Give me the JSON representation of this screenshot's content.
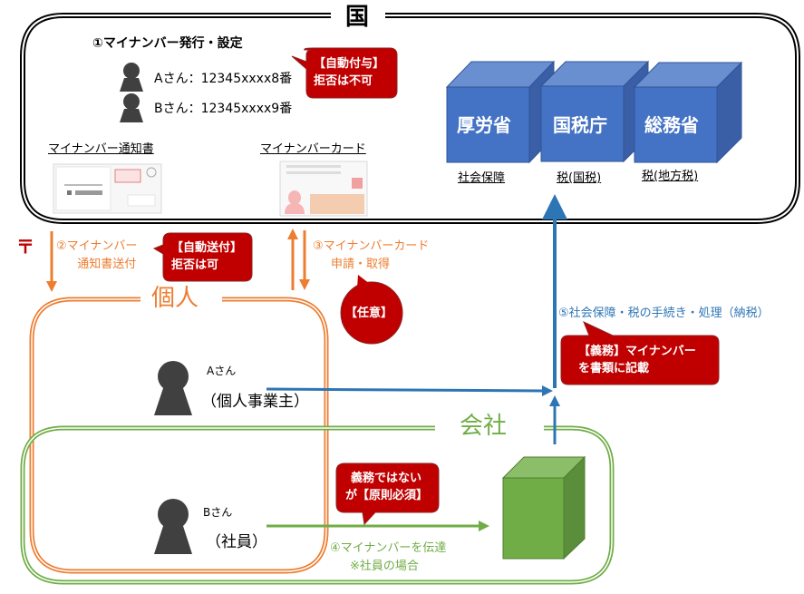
{
  "colors": {
    "government": "#000000",
    "individual": "#ED7D31",
    "company": "#70AD47",
    "flow_blue": "#2E75B6",
    "bubble_red": "#C00000",
    "person": "#404040",
    "cube_blue_front": "#4472C4",
    "cube_green_front": "#70AD47"
  },
  "government": {
    "title": "国",
    "step1_title": "①マイナンバー発行・設定",
    "persons": [
      {
        "label": "Aさん：12345xxxx8番"
      },
      {
        "label": "Bさん：12345xxxx9番"
      }
    ],
    "step1_bubble": [
      "【自動付与】",
      "拒否は不可"
    ],
    "notice_label": "マイナンバー通知書",
    "card_label": "マイナンバーカード",
    "agencies": [
      {
        "name": "厚労省",
        "caption": "社会保障"
      },
      {
        "name": "国税庁",
        "caption": "税(国税)"
      },
      {
        "name": "総務省",
        "caption": "税(地方税)"
      }
    ]
  },
  "step2": {
    "postal_icon": "〒",
    "lines": [
      "②マイナンバー",
      "通知書送付"
    ],
    "bubble": [
      "【自動送付】",
      "拒否は可"
    ]
  },
  "step3": {
    "lines": [
      "③マイナンバーカード",
      "申請・取得"
    ],
    "bubble": "【任意】"
  },
  "individual": {
    "title": "個人",
    "person_a_name": "Aさん",
    "person_a_role": "（個人事業主）"
  },
  "company": {
    "title": "会社",
    "person_b_name": "Bさん",
    "person_b_role": "（社員）"
  },
  "step4": {
    "lines": [
      "④マイナンバーを伝達",
      "※社員の場合"
    ],
    "bubble": [
      "義務ではない",
      "が【原則必須】"
    ]
  },
  "step5": {
    "label": "⑤社会保障・税の手続き・処理（納税）",
    "bubble": [
      "【義務】マイナンバー",
      "を書類に記載"
    ]
  }
}
